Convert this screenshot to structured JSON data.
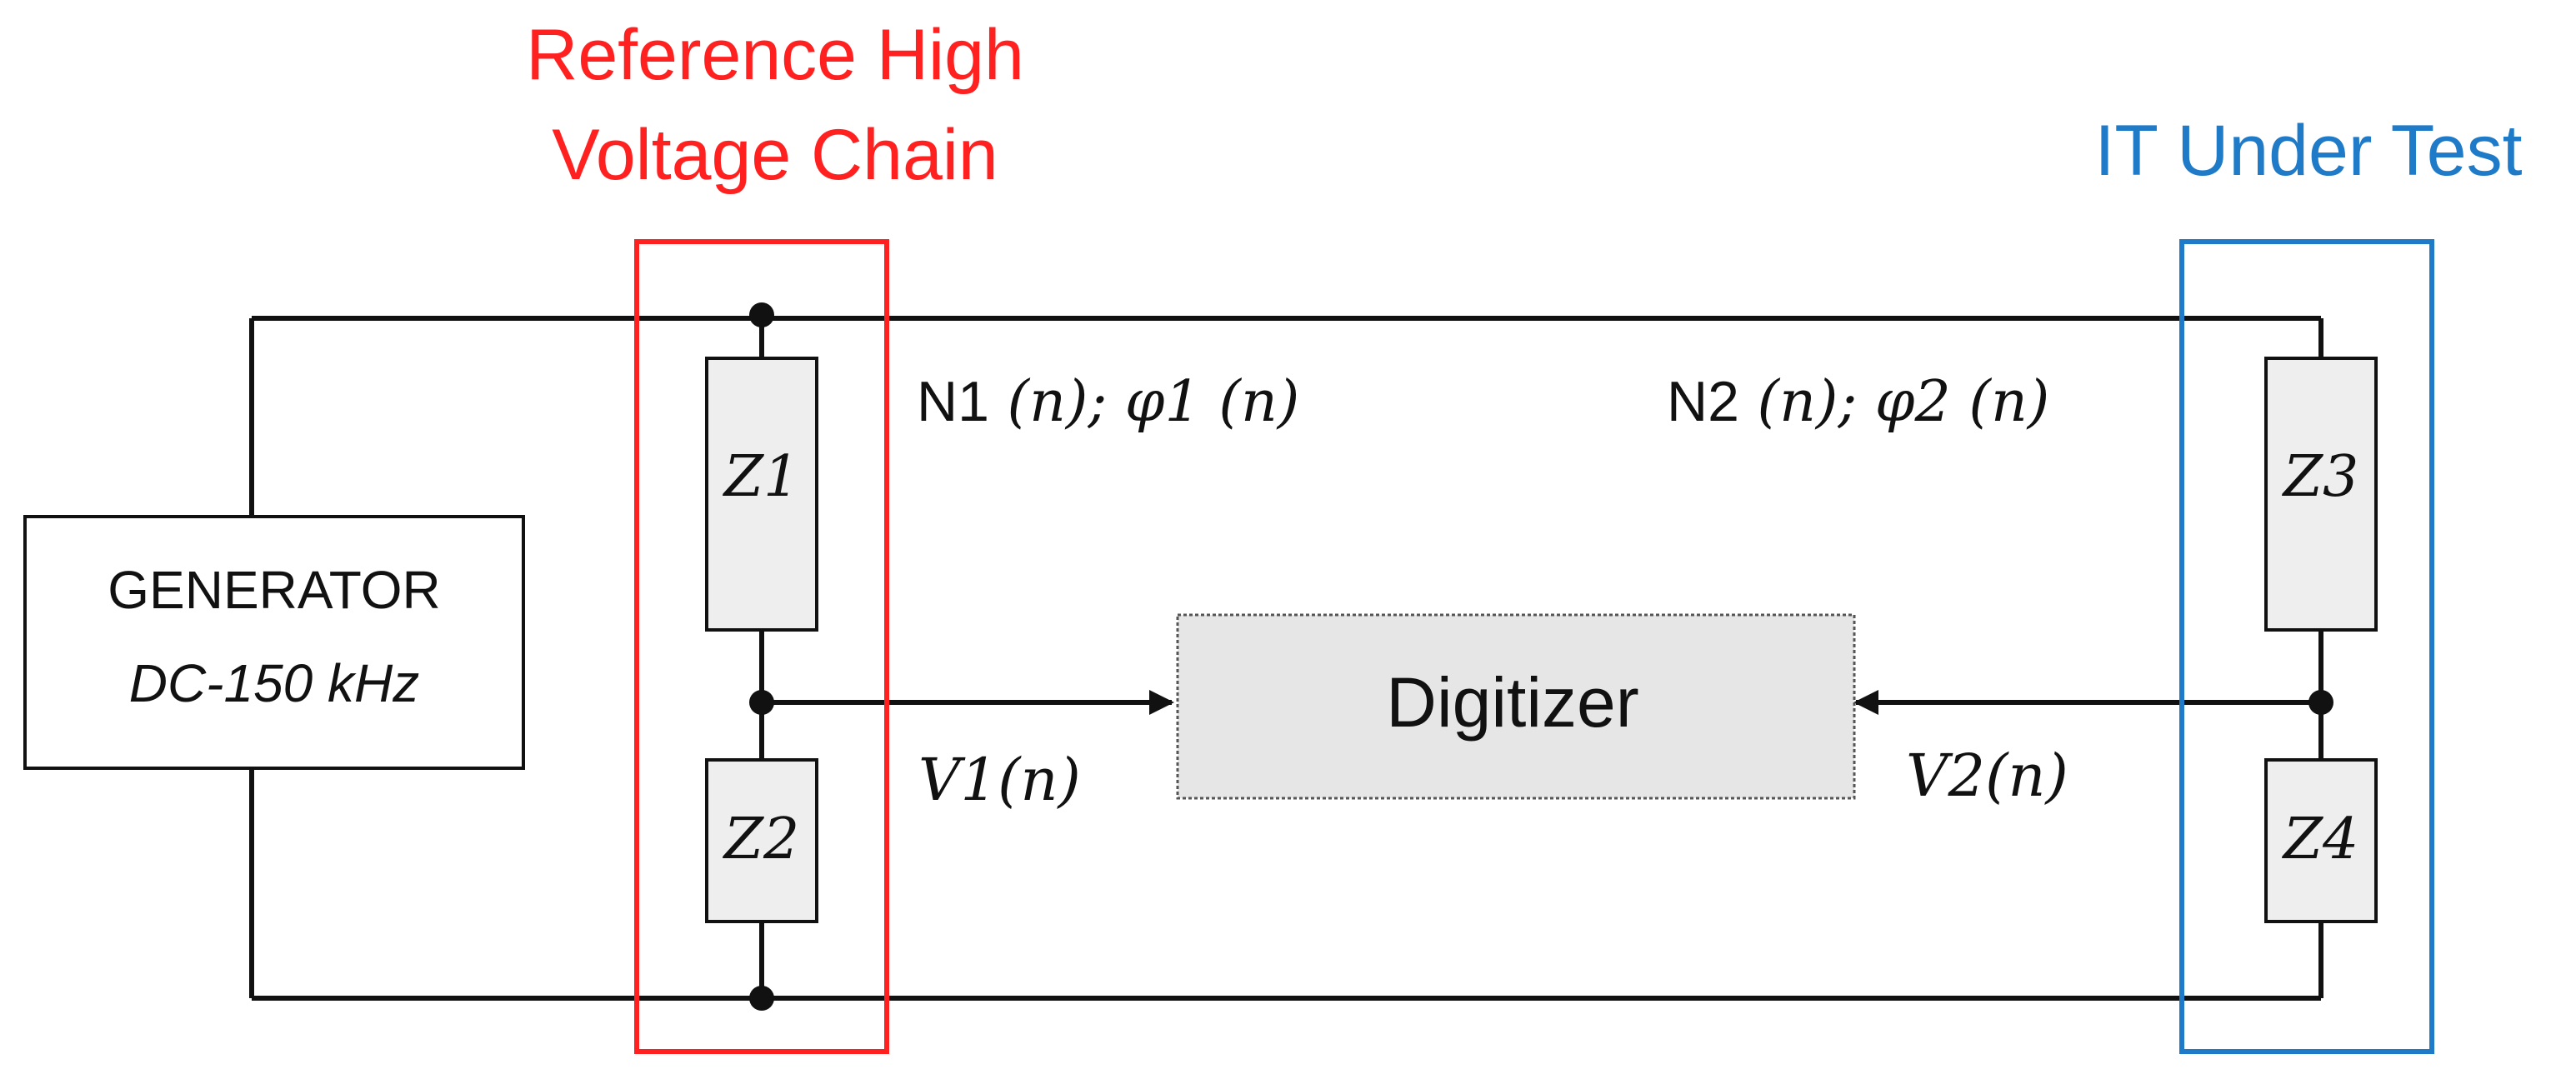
{
  "titles": {
    "reference_line1": "Reference High",
    "reference_line2": "Voltage Chain",
    "itut": "IT Under Test"
  },
  "colors": {
    "reference": "#ff2020",
    "itut": "#1f7ac8",
    "wire": "#111111",
    "box_fill": "#eeeeee"
  },
  "generator": {
    "name": "GENERATOR",
    "range": "DC-150 kHz"
  },
  "digitizer": {
    "label": "Digitizer"
  },
  "impedances": {
    "z1": "Z1",
    "z2": "Z2",
    "z3": "Z3",
    "z4": "Z4"
  },
  "ratios": {
    "ref_n": "N1",
    "ref_rest": " (n); φ1 (n)",
    "itut_n": "N2",
    "itut_rest": " (n); φ2 (n)"
  },
  "signals": {
    "v1": "V1(n)",
    "v2": "V2(n)"
  }
}
